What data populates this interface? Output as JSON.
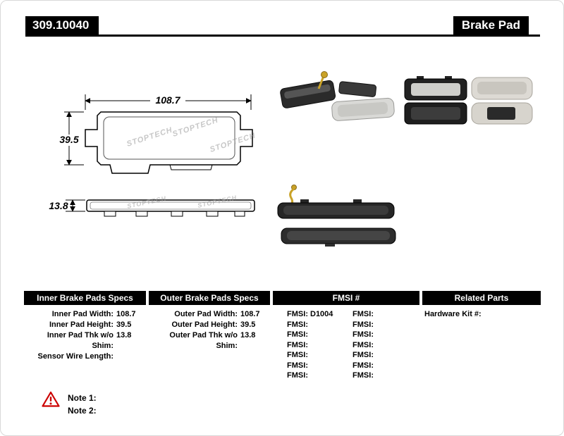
{
  "header": {
    "part_number": "309.10040",
    "title": "Brake Pad"
  },
  "drawing": {
    "watermark": "STOPTECH",
    "dims": {
      "width": "108.7",
      "height": "39.5",
      "thickness": "13.8"
    }
  },
  "table": {
    "inner": {
      "header": "Inner Brake Pads Specs",
      "rows": [
        {
          "label": "Inner Pad Width:",
          "value": "108.7"
        },
        {
          "label": "Inner Pad Height:",
          "value": "39.5"
        },
        {
          "label": "Inner Pad Thk w/o Shim:",
          "value": "13.8"
        },
        {
          "label": "Sensor Wire Length:",
          "value": ""
        }
      ]
    },
    "outer": {
      "header": "Outer Brake Pads Specs",
      "rows": [
        {
          "label": "Outer Pad Width:",
          "value": "108.7"
        },
        {
          "label": "Outer Pad Height:",
          "value": "39.5"
        },
        {
          "label": "Outer Pad Thk w/o Shim:",
          "value": "13.8"
        }
      ]
    },
    "fmsi": {
      "header": "FMSI #",
      "rows": [
        {
          "l1": "FMSI:",
          "v1": "D1004",
          "l2": "FMSI:",
          "v2": ""
        },
        {
          "l1": "FMSI:",
          "v1": "",
          "l2": "FMSI:",
          "v2": ""
        },
        {
          "l1": "FMSI:",
          "v1": "",
          "l2": "FMSI:",
          "v2": ""
        },
        {
          "l1": "FMSI:",
          "v1": "",
          "l2": "FMSI:",
          "v2": ""
        },
        {
          "l1": "FMSI:",
          "v1": "",
          "l2": "FMSI:",
          "v2": ""
        },
        {
          "l1": "FMSI:",
          "v1": "",
          "l2": "FMSI:",
          "v2": ""
        },
        {
          "l1": "FMSI:",
          "v1": "",
          "l2": "FMSI:",
          "v2": ""
        }
      ]
    },
    "related": {
      "header": "Related Parts",
      "rows": [
        {
          "label": "Hardware Kit #:",
          "value": ""
        }
      ]
    }
  },
  "notes": {
    "items": [
      "Note 1:",
      "Note 2:"
    ]
  }
}
